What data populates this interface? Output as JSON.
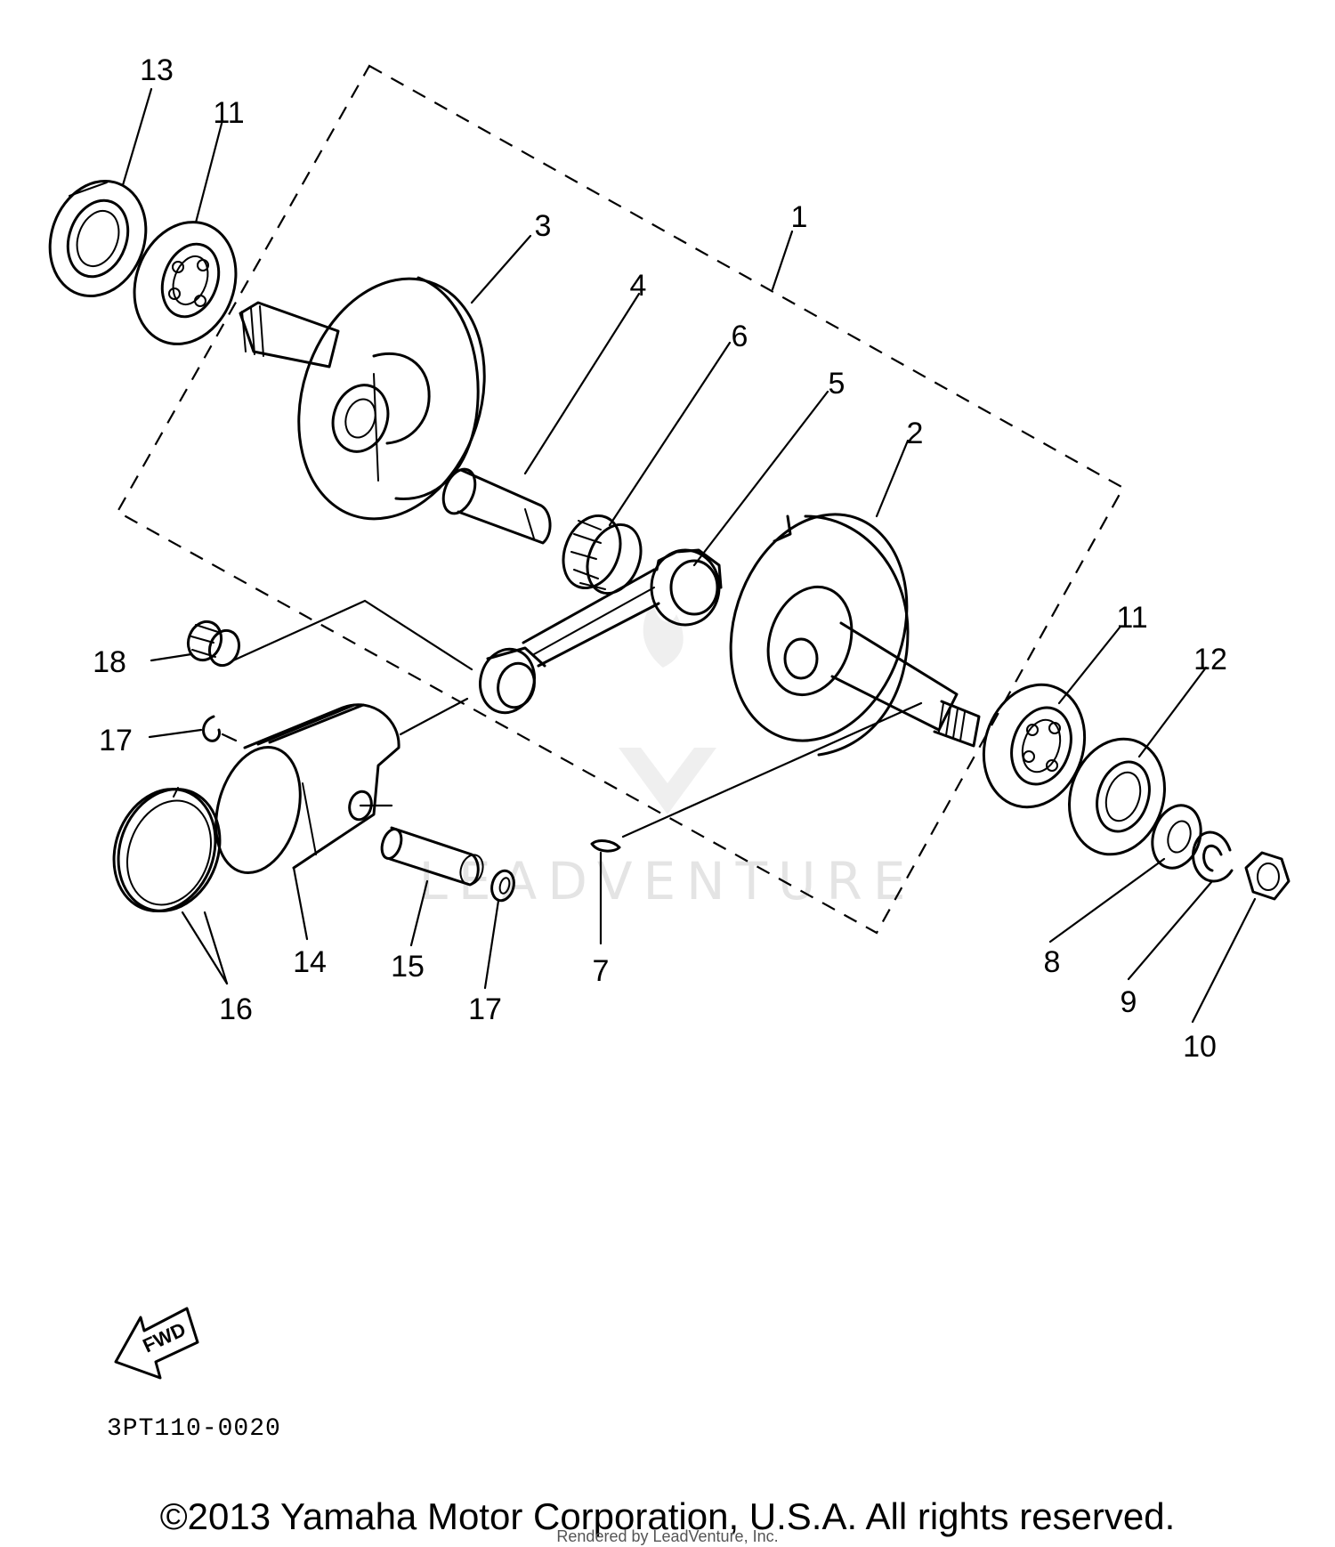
{
  "callouts": {
    "c1": "1",
    "c2": "2",
    "c3": "3",
    "c4": "4",
    "c5": "5",
    "c6": "6",
    "c7": "7",
    "c8": "8",
    "c9": "9",
    "c10": "10",
    "c11a": "11",
    "c11b": "11",
    "c12": "12",
    "c13": "13",
    "c14": "14",
    "c15": "15",
    "c16": "16",
    "c17a": "17",
    "c17b": "17",
    "c18": "18"
  },
  "watermark": "LEADVENTURE",
  "fwd_label": "FWD",
  "diagram_code": "3PT110-0020",
  "copyright": "©2013 Yamaha Motor Corporation, U.S.A. All rights reserved.",
  "rendered_by": "Rendered by LeadVenture, Inc."
}
